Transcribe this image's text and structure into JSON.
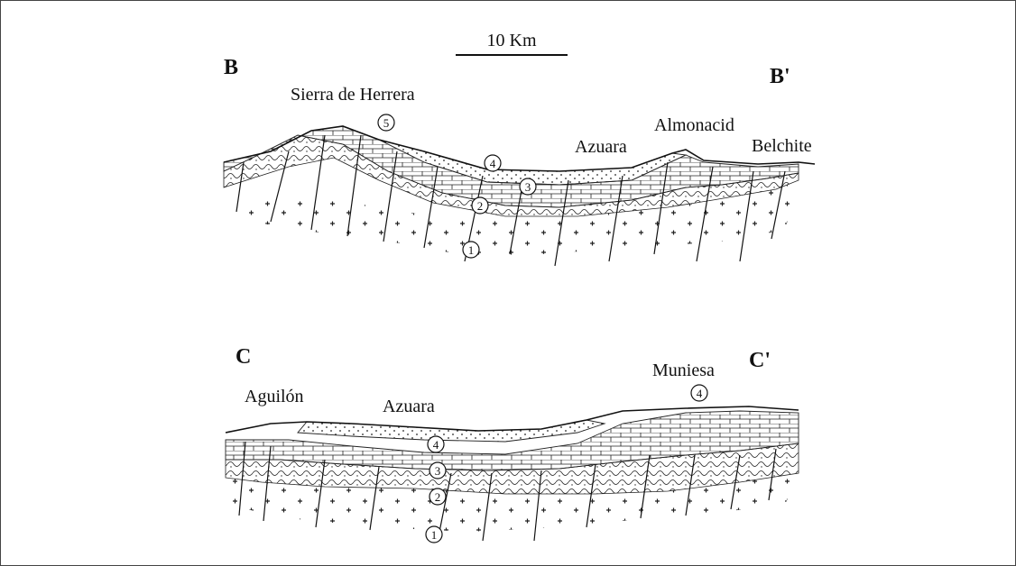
{
  "scale_bar": {
    "label": "10 Km"
  },
  "section_b": {
    "start_label": "B",
    "end_label": "B'",
    "places": [
      "Sierra de Herrera",
      "Azuara",
      "Almonacid",
      "Belchite"
    ],
    "units": [
      "5",
      "4",
      "3",
      "2",
      "1"
    ]
  },
  "section_c": {
    "start_label": "C",
    "end_label": "C'",
    "places": [
      "Aguilón",
      "Azuara",
      "Muniesa"
    ],
    "units": [
      "4",
      "4",
      "3",
      "2",
      "1"
    ]
  }
}
